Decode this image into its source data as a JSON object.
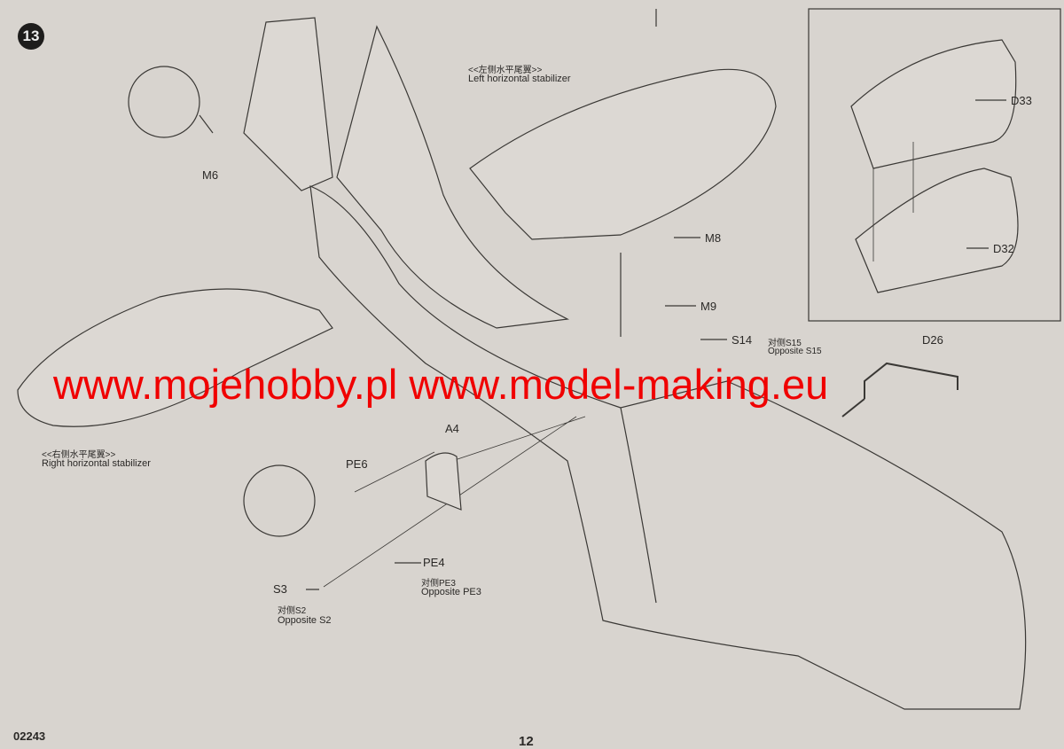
{
  "step_number": "13",
  "left_stabilizer": {
    "cn": "<<左侧水平尾翼>>",
    "en": "Left horizontal stabilizer"
  },
  "right_stabilizer": {
    "cn": "<<右侧水平尾翼>>",
    "en": "Right horizontal stabilizer"
  },
  "parts": {
    "m6": "M6",
    "m8": "M8",
    "m9": "M9",
    "s14": "S14",
    "s15_cn": "对侧S15",
    "s15_en": "Opposite S15",
    "d26": "D26",
    "d33": "D33",
    "d32": "D32",
    "a4": "A4",
    "pe6": "PE6",
    "pe4": "PE4",
    "pe3_cn": "对侧PE3",
    "pe3_en": "Opposite PE3",
    "s3": "S3",
    "s2_cn": "对侧S2",
    "s2_en": "Opposite S2"
  },
  "footer": {
    "code": "02243",
    "page": "12"
  },
  "watermark": "www.mojehobby.pl www.model-making.eu"
}
